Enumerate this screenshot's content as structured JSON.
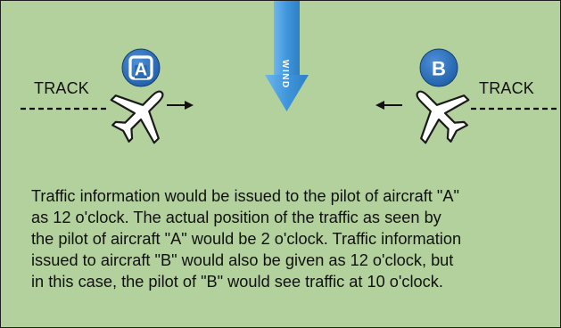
{
  "colors": {
    "background": "#b3d19c",
    "badge": "#1f5fa8",
    "wind_arrow": "#3f96db",
    "aircraft": "#ffffff"
  },
  "labels": {
    "track_left": "TRACK",
    "track_right": "TRACK",
    "wind": "WIND",
    "aircraft_a": "A",
    "aircraft_b": "B"
  },
  "icons": {
    "aircraft_a": "airplane-icon",
    "aircraft_b": "airplane-icon",
    "wind": "down-arrow-icon"
  },
  "caption": {
    "line1": "Traffic information would be issued to the pilot of aircraft \"A\"",
    "line2": "as 12 o'clock. The actual position of the traffic as seen by",
    "line3": "the pilot of aircraft \"A\" would be 2 o'clock. Traffic information",
    "line4": "issued to aircraft \"B\" would also be given as 12 o'clock, but",
    "line5": "in this case, the pilot of \"B\" would see traffic at 10 o'clock."
  }
}
